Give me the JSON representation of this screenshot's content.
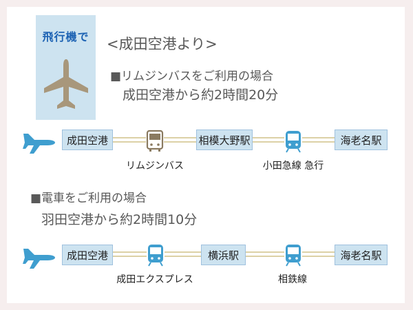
{
  "colors": {
    "accent_blue": "#1f64b4",
    "icon_blue": "#3f9ecf",
    "station_fill": "#cde3f0",
    "rail_beige": "#dcd1a6",
    "plane_brown": "#a8977b",
    "bus_brown": "#8a7a60",
    "page_pink": "#f6eeee"
  },
  "plane_box": {
    "title": "飛行機で",
    "icon": "airplane-icon"
  },
  "narita": {
    "heading": "<成田空港より>",
    "bus_label": "■リムジンバスをご利用の場合",
    "bus_time": "成田空港から約2時間20分",
    "route": {
      "origin": "成田空港",
      "transfer": "相模大野駅",
      "destination": "海老名駅",
      "leg1": {
        "label": "リムジンバス",
        "icon": "bus-icon"
      },
      "leg2": {
        "label": "小田急線 急行",
        "icon": "train-icon"
      }
    }
  },
  "haneda": {
    "train_label": "■電車をご利用の場合",
    "train_time": "羽田空港から約2時間10分",
    "route": {
      "origin": "成田空港",
      "transfer": "横浜駅",
      "destination": "海老名駅",
      "leg1": {
        "label": "成田エクスプレス",
        "icon": "train-icon"
      },
      "leg2": {
        "label": "相鉄線",
        "icon": "train-icon"
      }
    }
  }
}
